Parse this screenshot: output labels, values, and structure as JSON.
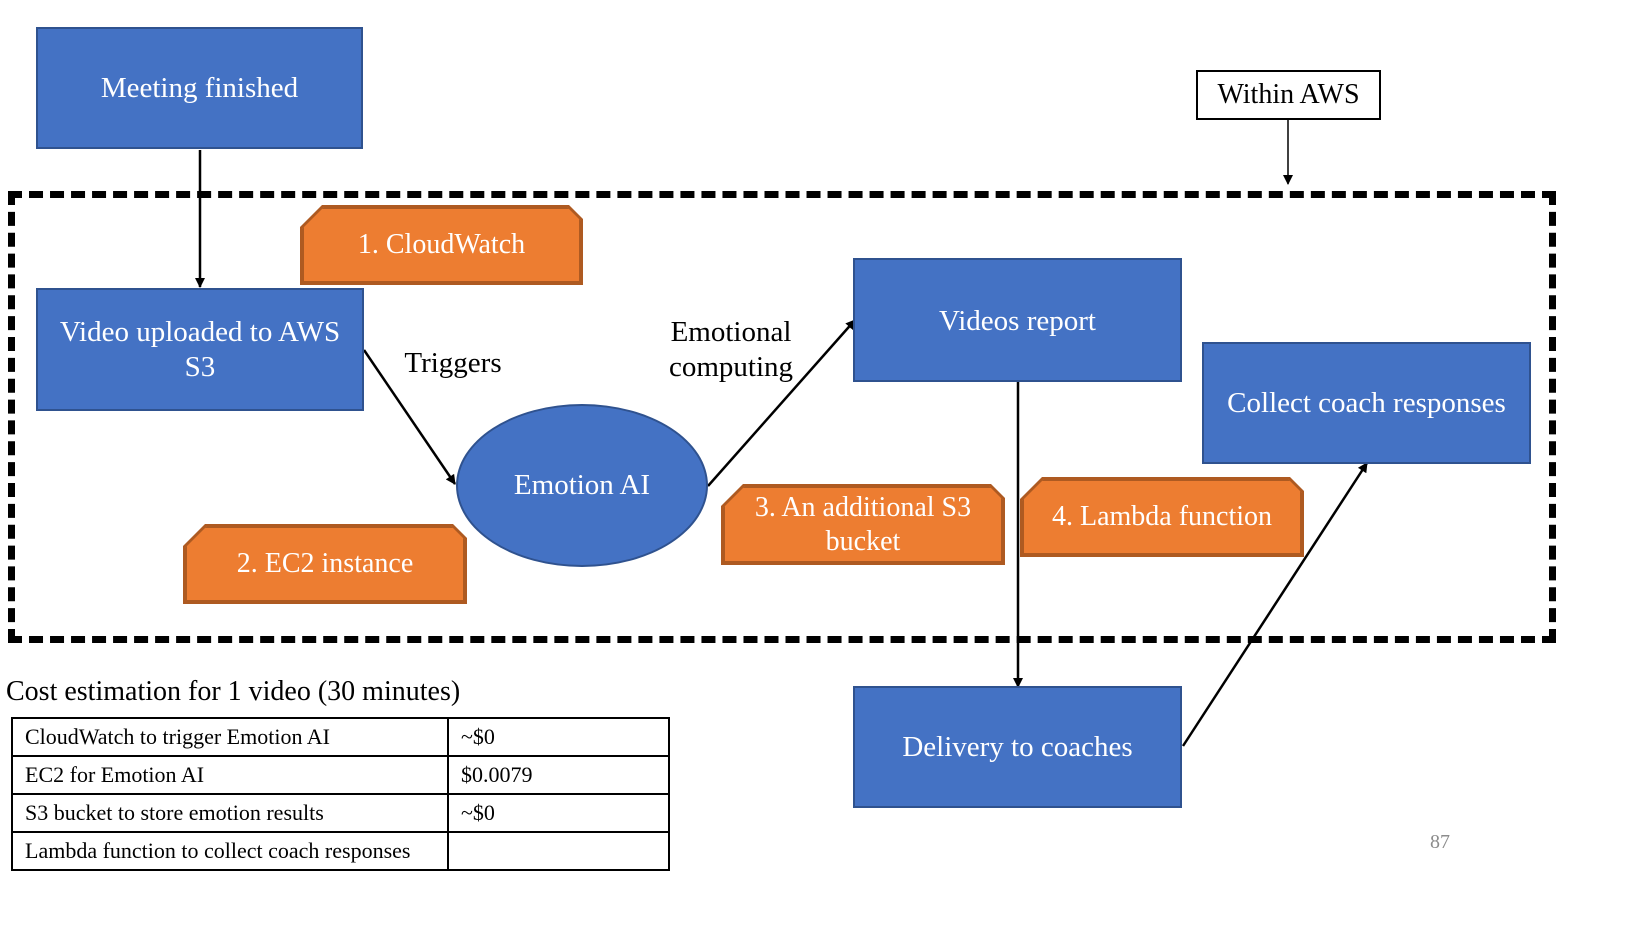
{
  "legend": {
    "within_aws": "Within AWS"
  },
  "nodes": {
    "meeting_finished": "Meeting finished",
    "video_uploaded": "Video uploaded to AWS S3",
    "emotion_ai": "Emotion AI",
    "videos_report": "Videos report",
    "collect_coach_responses": "Collect coach responses",
    "delivery_to_coaches": "Delivery to coaches"
  },
  "services": {
    "cloudwatch": "1. CloudWatch",
    "ec2": "2. EC2 instance",
    "s3_bucket": "3. An additional S3 bucket",
    "lambda": "4. Lambda function"
  },
  "edge_labels": {
    "triggers": "Triggers",
    "emotional_computing": "Emotional computing"
  },
  "cost": {
    "title": "Cost estimation for 1 video (30 minutes)",
    "rows": [
      {
        "item": "CloudWatch to trigger Emotion AI",
        "cost": "~$0"
      },
      {
        "item": "EC2 for Emotion AI",
        "cost": "$0.0079"
      },
      {
        "item": "S3 bucket to store emotion results",
        "cost": "~$0"
      },
      {
        "item": "Lambda function to collect coach responses",
        "cost": ""
      }
    ]
  },
  "page_number": "87",
  "colors": {
    "process_fill": "#4472c4",
    "process_border": "#2f528f",
    "service_fill": "#ed7d31",
    "service_border": "#ae5a21",
    "text_light": "#ffffff",
    "page_number": "#8c8c8c"
  }
}
